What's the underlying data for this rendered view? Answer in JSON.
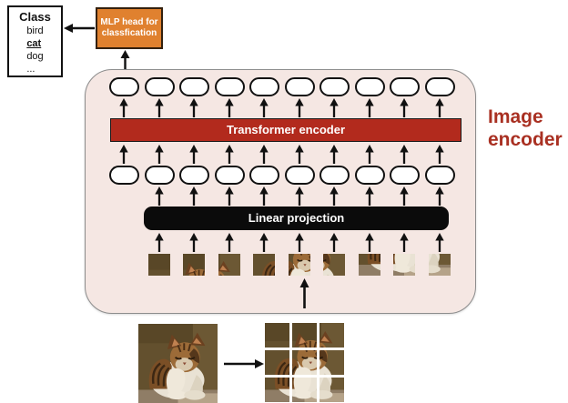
{
  "colors": {
    "container_bg": "#F5E7E3",
    "container_border": "#8d8d8d",
    "transformer_bar": "#B22A1D",
    "linear_bar": "#0b0b0b",
    "mlp_box": "#E0812F",
    "side_label": "#A93022",
    "arrow": "#111111"
  },
  "class_box": {
    "title": "Class",
    "items": [
      {
        "text": "bird",
        "highlight": false
      },
      {
        "text": "cat",
        "highlight": true
      },
      {
        "text": "dog",
        "highlight": false
      },
      {
        "text": "...",
        "highlight": false
      }
    ]
  },
  "mlp_box": {
    "label": "MLP head for classfication"
  },
  "encoder": {
    "transformer_label": "Transformer encoder",
    "linear_label": "Linear projection",
    "output_tokens": 10,
    "embedding_tokens": 10,
    "patch_count": 9
  },
  "side_label": {
    "text": "Image encoder"
  },
  "input_image": {
    "name": "cat-photo",
    "grid_rows": 3,
    "grid_cols": 3
  }
}
